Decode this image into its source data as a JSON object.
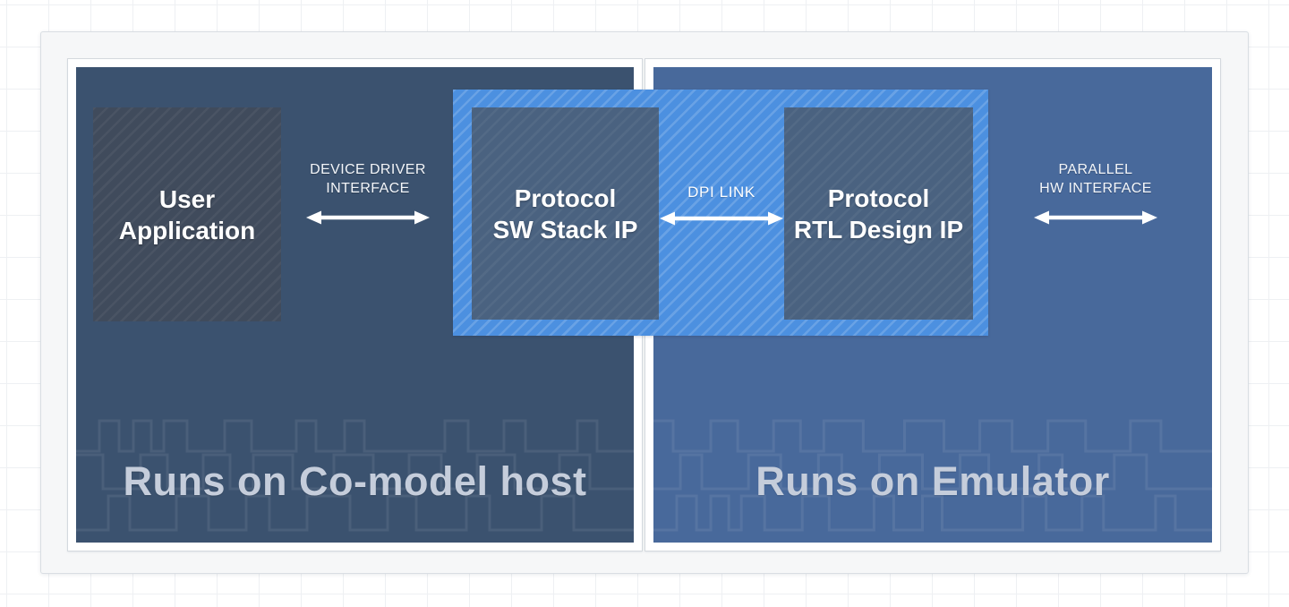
{
  "diagram": {
    "host_panel": {
      "caption": "Runs on Co-model host",
      "user_application_box": {
        "line1": "User",
        "line2": "Application"
      },
      "device_driver_interface": {
        "line1": "DEVICE DRIVER",
        "line2": "INTERFACE"
      }
    },
    "emulator_panel": {
      "caption": "Runs on Emulator",
      "parallel_hw_interface": {
        "line1": "PARALLEL",
        "line2": "HW INTERFACE"
      }
    },
    "dpi_band": {
      "sw_stack_box": {
        "line1": "Protocol",
        "line2": "SW Stack IP"
      },
      "rtl_design_box": {
        "line1": "Protocol",
        "line2": "RTL Design IP"
      },
      "dpi_link_label": "DPI LINK"
    }
  },
  "colors": {
    "page_background": "#ffffff",
    "grid_line": "#eef0f3",
    "card_background": "#f6f7f8",
    "card_border": "#d9dee3",
    "panel_background": "#ffffff",
    "panel_border": "#d4d9de",
    "host_stage": "#3b526f",
    "emulator_stage": "#48699b",
    "user_application_box": "#404b5c",
    "ip_box": "#4a6280",
    "dpi_band": "#4c90e0",
    "box_label_text": "#ffffff",
    "interface_label_text": "#f3f6fa",
    "caption_text": "#c5cddb",
    "arrow": "#ffffff"
  }
}
